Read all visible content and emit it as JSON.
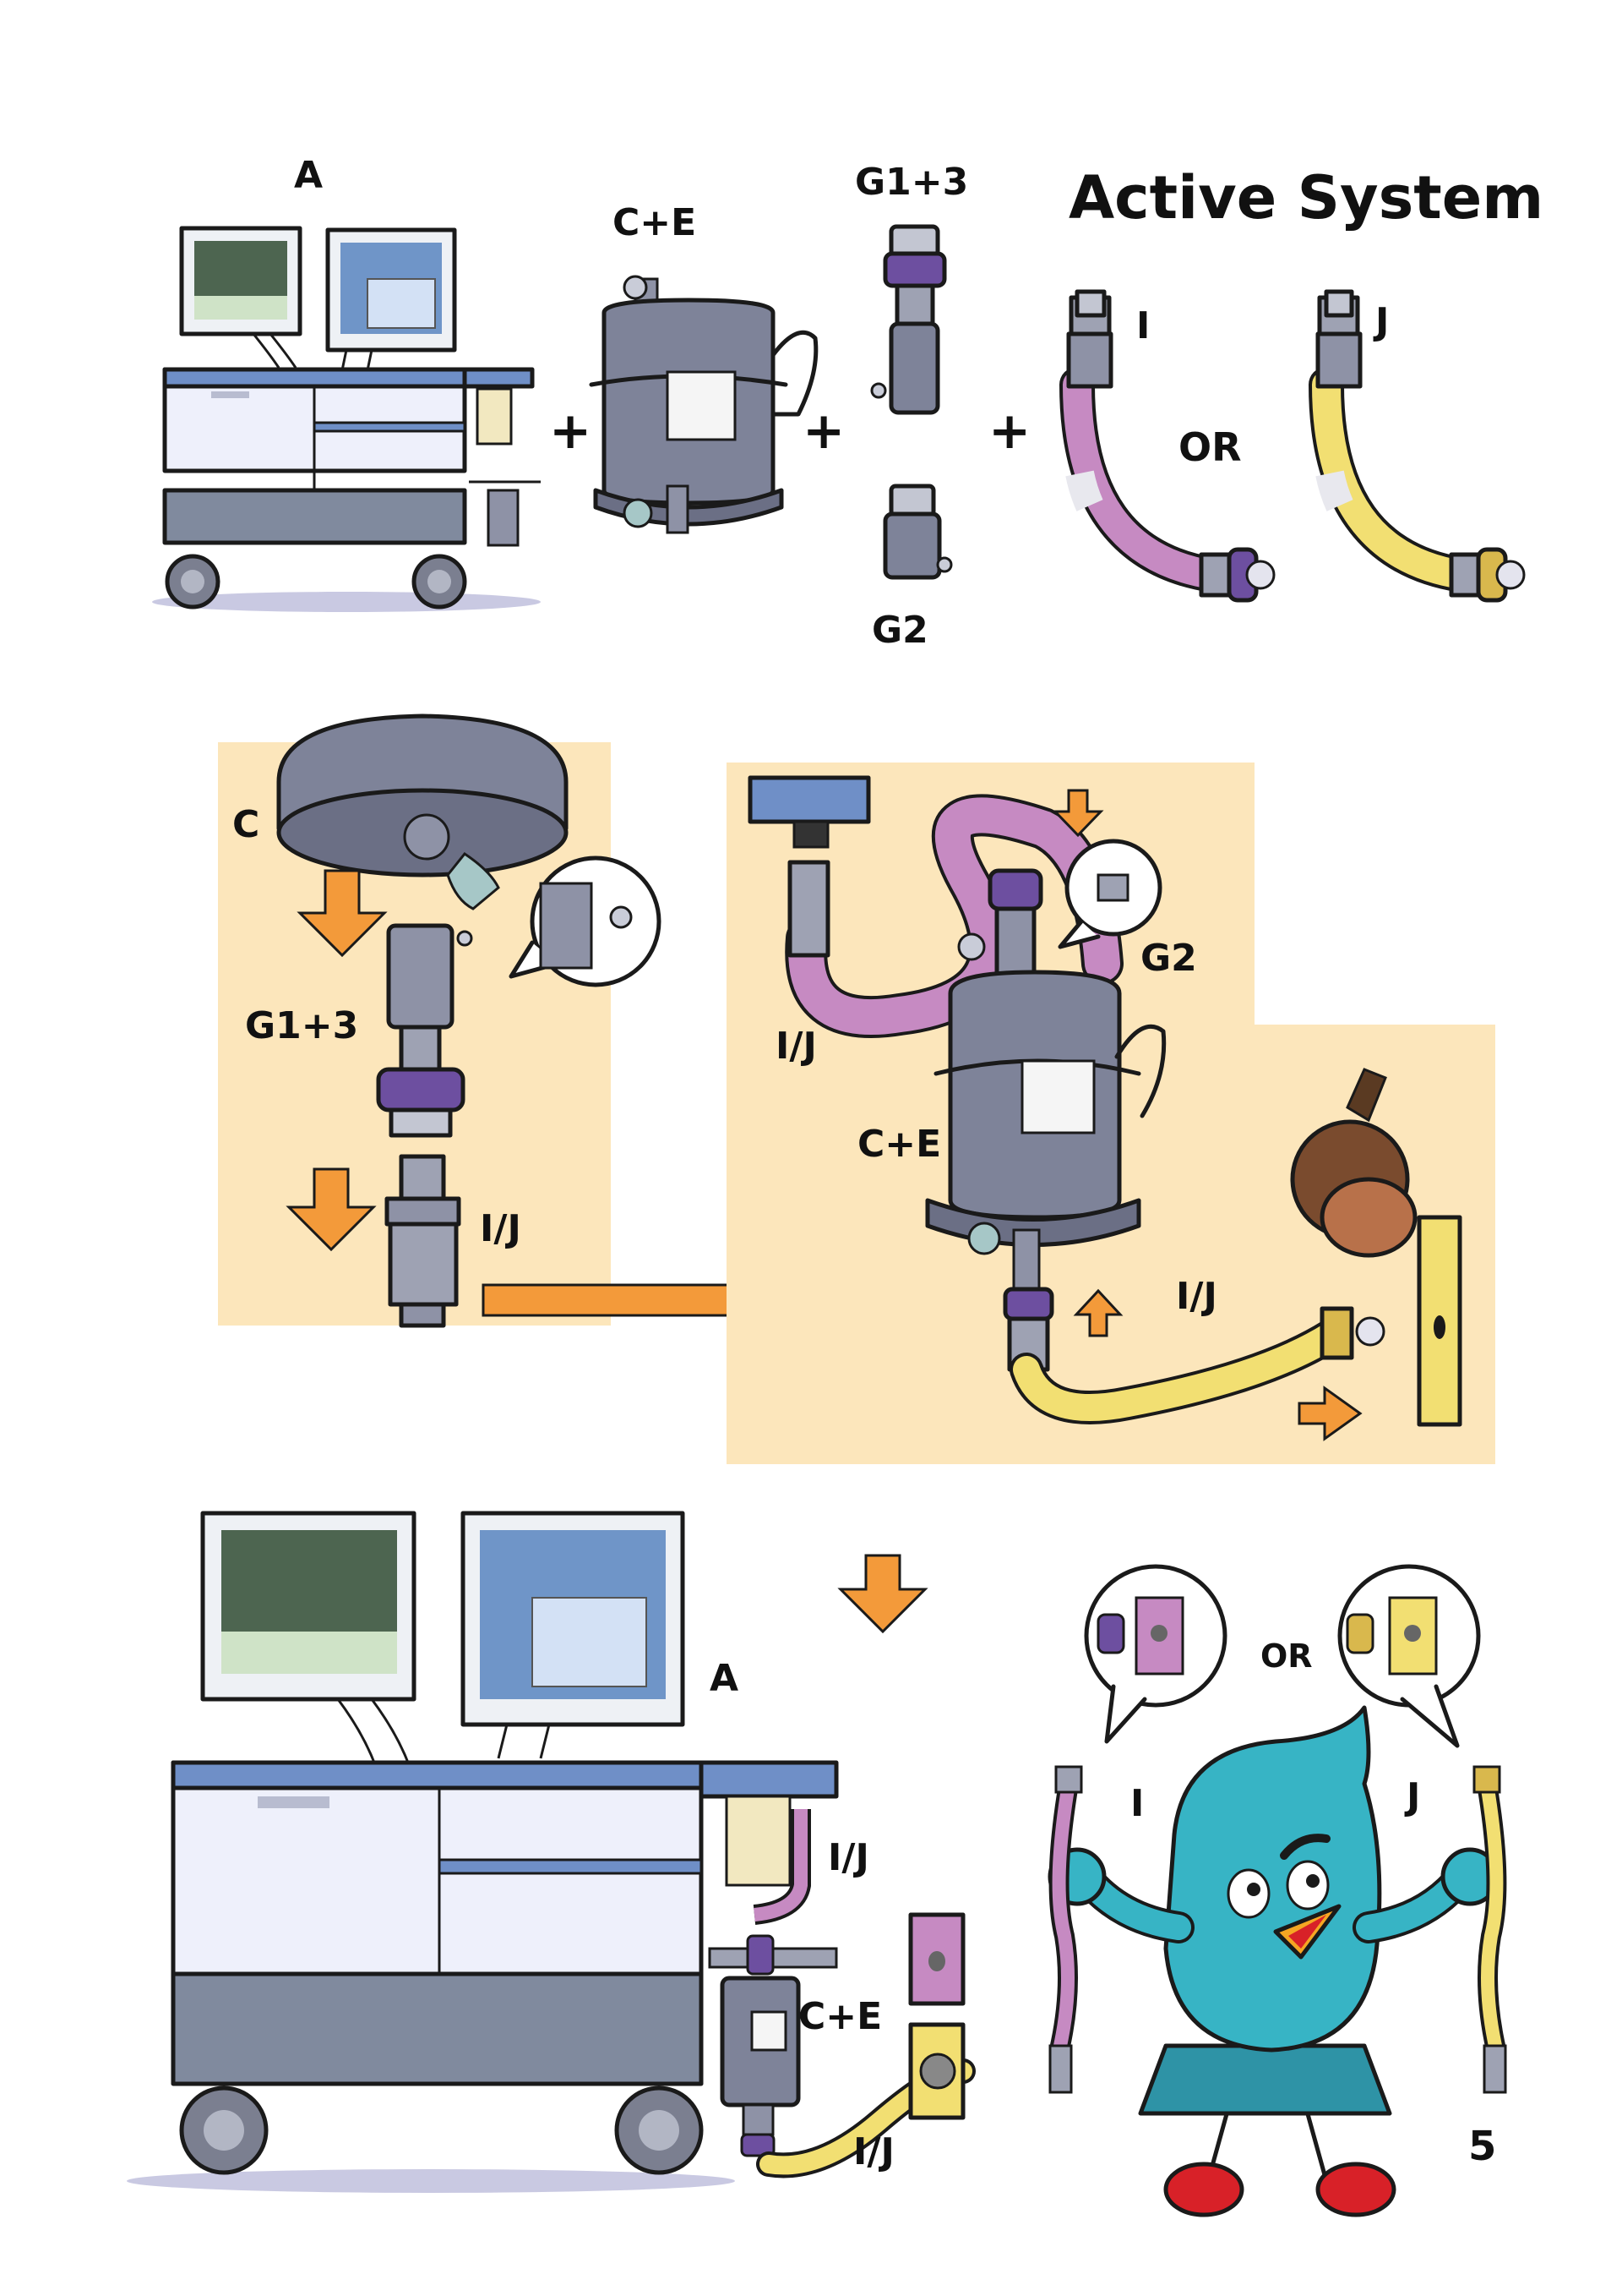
{
  "title": "Active System",
  "page_number": "5",
  "colors": {
    "panel_bg": "#fce6bb",
    "arrow": "#f39a3a",
    "machine_body": "#eef0fb",
    "machine_trim": "#6f8fc7",
    "machine_base": "#808a9e",
    "canister": "#7e8399",
    "purple_hose": "#c68ac2",
    "yellow_hose": "#f2df72",
    "purple_nut": "#6d4fa0",
    "gold_nut": "#d9b84d",
    "mascot_body": "#37b4c5",
    "mascot_shoes": "#d82128",
    "screen_green": "#4d6550",
    "screen_blue": "#6f95c8"
  },
  "parts_row": {
    "machine_label": "A",
    "canister_label": "C+E",
    "adapter_top_label": "G1+3",
    "adapter_bottom_label": "G2",
    "hose_i_label": "I",
    "hose_j_label": "J",
    "or_label": "OR",
    "plus": "+"
  },
  "step_panel_left": {
    "canister_label": "C",
    "adapter_label": "G1+3",
    "hose_label": "I/J"
  },
  "step_panel_right": {
    "hose_top_label": "I/J",
    "adapter_label": "G2",
    "canister_label": "C+E",
    "hose_bottom_label": "I/J"
  },
  "final_setup": {
    "machine_label": "A",
    "hose_top_label": "I/J",
    "canister_label": "C+E",
    "hose_bottom_label": "I/J"
  },
  "mascot": {
    "or_label": "OR",
    "left_hose_label": "I",
    "right_hose_label": "J"
  }
}
